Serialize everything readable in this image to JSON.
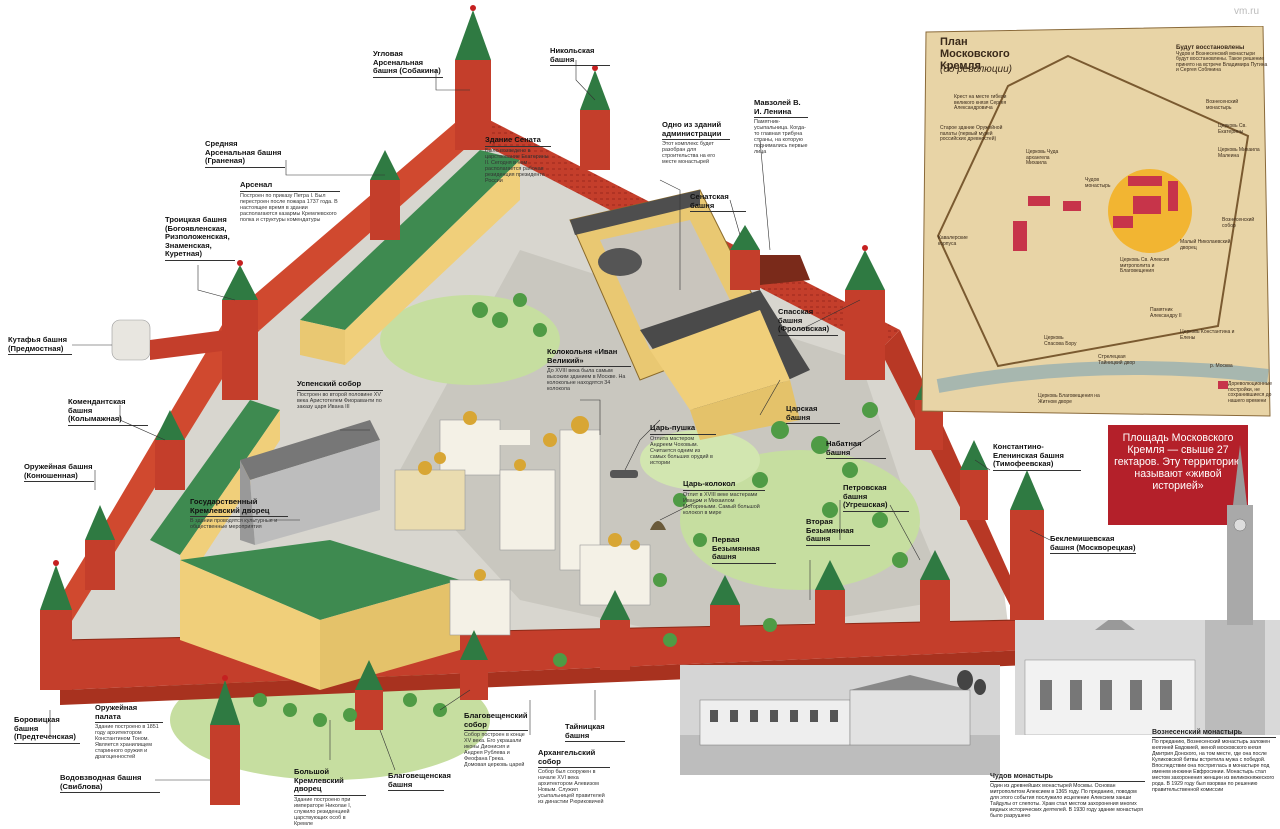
{
  "watermark": "vm.ru",
  "towers": {
    "uglovaya_arsenalnaya": "Угловая Арсенальная башня (Собакина)",
    "nikolskaya": "Никольская башня",
    "srednyaya_arsenalnaya": "Средняя Арсенальная башня (Граненая)",
    "troitskaya": "Троицкая башня (Богоявленская, Ризположенская, Знаменская, Куретная)",
    "kutafya": "Кутафья башня (Предмостная)",
    "komendantskaya": "Комендантская башня (Колымажная)",
    "oruzheynaya": "Оружейная башня (Конюшенная)",
    "borovitskaya": "Боровицкая башня (Предтеченская)",
    "vodovzvodnaya": "Водовзводная башня (Свиблова)",
    "blagoveshchenskaya": "Благовещенская башня",
    "taynitskaya": "Тайницкая башня",
    "pervaya_bezymyannaya": "Первая Безымянная башня",
    "vtoraya_bezymyannaya": "Вторая Безымянная башня",
    "petrovskaya": "Петровская башня (Угрешская)",
    "beklemishevskaya": "Беклемишевская башня (Москворецкая)",
    "konstantino_eleninskaya": "Константино-Еленинская башня (Тимофеевская)",
    "nabatnaya": "Набатная башня",
    "tsarskaya": "Царская башня",
    "spasskaya": "Спасская башня (Фроловская)",
    "senatskaya": "Сенатская башня"
  },
  "buildings": {
    "senat": {
      "title": "Здание Сената",
      "desc": "Было возведено в царствование Екатерины II. Сегодня в нем располагается рабочая резиденция президента России"
    },
    "arsenal": {
      "title": "Арсенал",
      "desc": "Построен по приказу Петра I. Был перестроен после пожара 1737 года. В настоящее время в здании располагаются казармы Кремлевского полка и структуры комендатуры"
    },
    "admin": {
      "title": "Одно из зданий администрации",
      "desc": "Этот комплекс будет разобран для строительства на его месте монастырей"
    },
    "mavzoley": {
      "title": "Мавзолей В. И. Ленина",
      "desc": "Памятник-усыпальница. Когда-то главная трибуна страны, на которую поднимались первые лица"
    },
    "uspenskiy": {
      "title": "Успенский собор",
      "desc": "Построен во второй половине XV века Аристотелем Фиораванти по заказу царя Ивана III"
    },
    "kolokolnya": {
      "title": "Колокольня «Иван Великий»",
      "desc": "До XVIII века была самым высоким зданием в Москве. На колокольне находятся 34 колокола"
    },
    "tsar_pushka": {
      "title": "Царь-пушка",
      "desc": "Отлита мастером Андреем Чоховым. Считается одним из самых больших орудий в истории"
    },
    "tsar_kolokol": {
      "title": "Царь-колокол",
      "desc": "Отлит в XVIII веке мастерами Иваном и Михаилом Моториными. Самый большой колокол в мире"
    },
    "dvorets": {
      "title": "Государственный Кремлевский дворец",
      "desc": "В здании проводятся культурные и общественные мероприятия"
    },
    "oruzheynaya_palata": {
      "title": "Оружейная палата",
      "desc": "Здание построено в 1851 году архитектором Константином Тоном. Является хранилищем старинного оружия и драгоценностей"
    },
    "bolshoy_dvorets": {
      "title": "Большой Кремлевский дворец",
      "desc": "Здание построено при императоре Николае I, служило резиденцией царствующих особ в Кремле"
    },
    "blagoveshchenskiy": {
      "title": "Благовещенский собор",
      "desc": "Собор построен в конце XV века. Его украшали иконы Дионисия и Андрея Рублева и Феофана Грека. Домовая церковь царей"
    },
    "arkhangelskiy": {
      "title": "Архангельский собор",
      "desc": "Собор был сооружен в начале XVI века архитектором Алевизом Новым. Служил усыпальницей правителей из династии Рюриковичей"
    }
  },
  "plan": {
    "title": "План Московского Кремля",
    "subtitle": "(до революции)",
    "restore_title": "Будут восстановлены",
    "restore_desc": "Чудов и Вознесенский монастыри будут восстановлены. Такое решение принято на встрече Владимира Путина и Сергея Собянина",
    "labels": [
      "Крест на месте гибели великого князя Сергея Александровича",
      "Старое здание Оружейной палаты (первый музей российских древностей)",
      "Церковь Чуда архангела Михаила",
      "Чудов монастырь",
      "Вознесенский монастырь",
      "Церковь Св. Екатерины",
      "Церковь Михаила Малеина",
      "Вознесенский собор",
      "Малый Николаевский дворец",
      "Кавалерские корпуса",
      "Церковь Св. Алексия митрополита и Благовещения",
      "Памятник Александру II",
      "Церковь Спасова Бору",
      "Стрелецкая Тайницкий двор",
      "Церковь Константина и Елены",
      "Церковь Благовещения на Житном дворе",
      "р. Москва"
    ],
    "legend": "Дореволюционные постройки, не сохранившиеся до нашего времени"
  },
  "headline": "Площадь Московского Кремля — свыше 27 гектаров. Эту территорию называют «живой историей»",
  "photos": {
    "chudov": {
      "title": "Чудов монастырь",
      "desc": "Один из древнейших монастырей Москвы. Основан митрополитом Алексием в 1365 году. По преданию, поводом для этого события послужило исцеление Алексием ханши Тайдулы от слепоты. Храм стал местом захоронения многих видных исторических деятелей. В 1930 году здание монастыря было разрушено"
    },
    "voznesenskiy": {
      "title": "Вознесенский монастырь",
      "desc": "По преданию, Вознесенский монастырь заложен княгиней Евдокией, женой московского князя Дмитрия Донского, на том месте, где она после Куликовской битвы встретила мужа с победой. Впоследствии она постриглась в монастыре под именем инокини Евфросинии. Монастырь стал местом захоронения женщин из великокняжеского рода. В 1929 году был взорван по решению правительственной комиссии"
    }
  },
  "colors": {
    "wall": "#c63a2a",
    "roof_green": "#3e8a50",
    "building": "#f0cf7a",
    "red": "#b4202a",
    "parchment": "#e8d4a6"
  }
}
